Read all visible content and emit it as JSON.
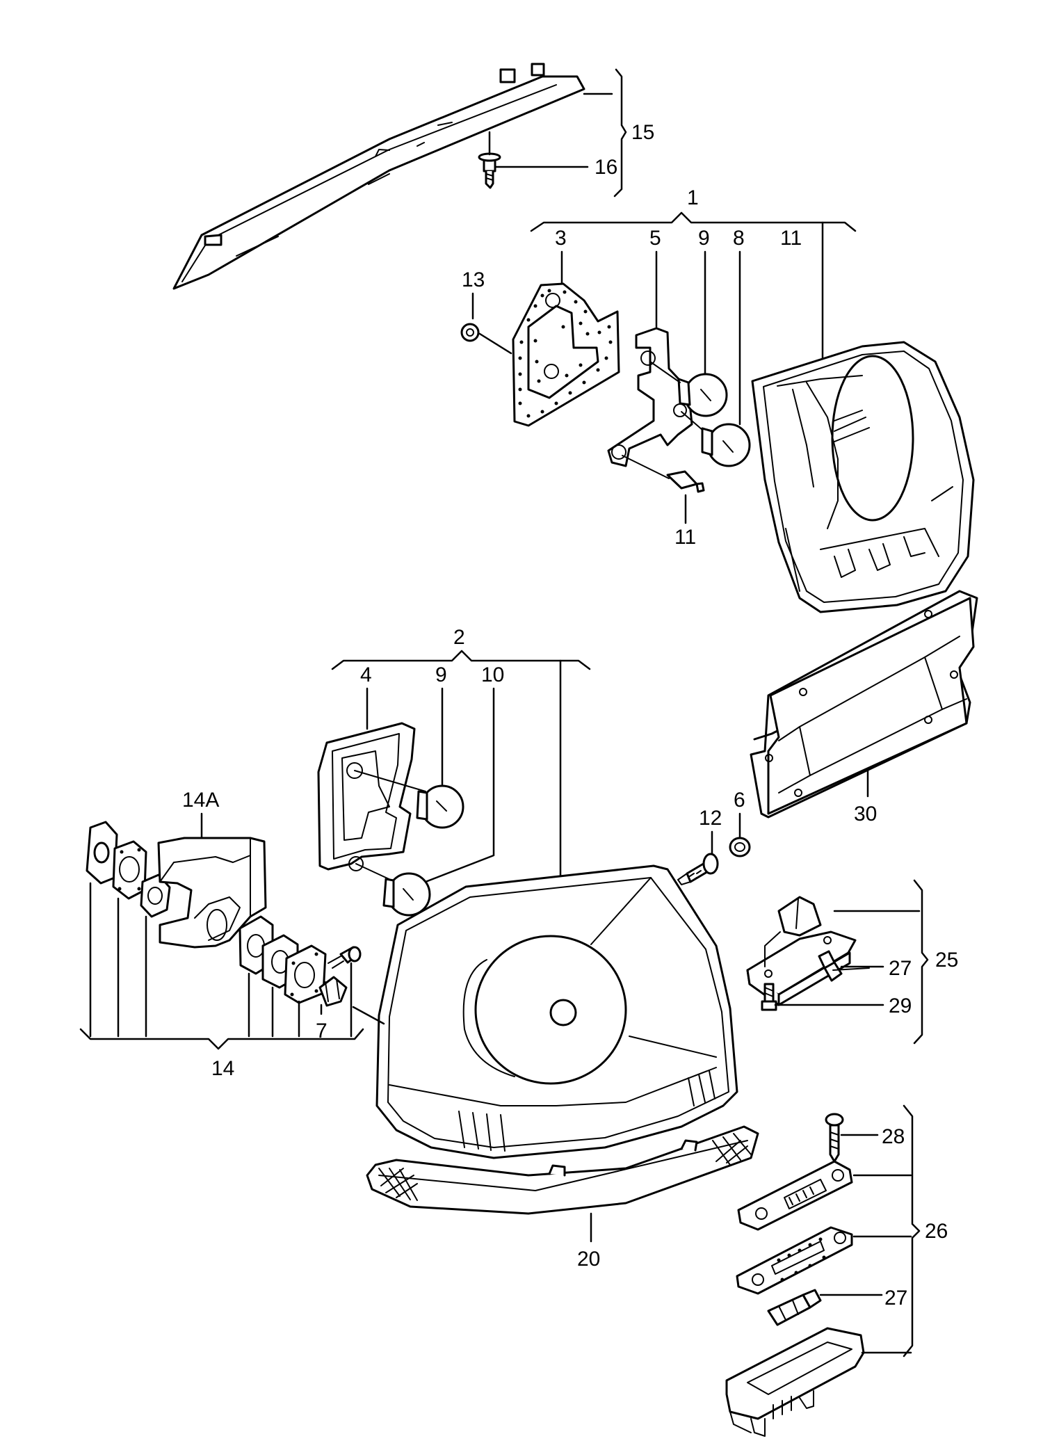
{
  "callouts": {
    "c1": "1",
    "c2": "2",
    "c3": "3",
    "c4": "4",
    "c5": "5",
    "c6": "6",
    "c7": "7",
    "c8": "8",
    "c9a": "9",
    "c9b": "9",
    "c10": "10",
    "c11a": "11",
    "c11b": "11",
    "c12": "12",
    "c13": "13",
    "c14": "14",
    "c14a": "14A",
    "c15": "15",
    "c16": "16",
    "c20": "20",
    "c25": "25",
    "c26": "26",
    "c27a": "27",
    "c27b": "27",
    "c28": "28",
    "c29": "29",
    "c30": "30"
  }
}
